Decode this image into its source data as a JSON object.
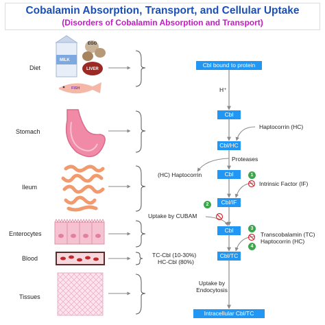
{
  "title": "Cobalamin Absorption, Transport, and Cellular Uptake",
  "subtitle": "(Disorders of Cobalamin Absorption and Transport)",
  "stages": {
    "diet": "Diet",
    "stomach": "Stomach",
    "ileum": "Ileum",
    "enterocytes": "Enterocytes",
    "blood": "Blood",
    "tissues": "Tissues"
  },
  "image_text": {
    "egg": "EGG",
    "milk": "MILK",
    "liver": "LIVER",
    "fish": "FISH"
  },
  "boxes": {
    "cbl_protein": "Cbl bound to protein",
    "cbl1": "Cbl",
    "cbl_hc": "Cbl/HC",
    "cbl2": "Cbl",
    "cbl_if": "Cbl/IF",
    "cbl3": "Cbl",
    "cbl_tc": "Cbl/TC",
    "intracellular": "Intracellular Cbl/TC"
  },
  "notes": {
    "h_plus": "H⁺",
    "haptocorrin_hc": "Haptocorrin (HC)",
    "proteases": "Proteases",
    "hc_haptocorrin": "(HC) Haptocorrin",
    "intrinsic_factor": "Intrinsic Factor (IF)",
    "uptake_cubam": "Uptake by CUBAM",
    "transcobalamin": "Transcobalamin (TC)",
    "haptocorrin2": "Haptocorrin (HC)",
    "tc_cbl": "TC-Cbl (10-30%)",
    "hc_cbl": "HC-Cbl (80%)",
    "uptake_by": "Uptake by",
    "endocytosis": "Endocytosis"
  },
  "badges": [
    "1",
    "2",
    "3",
    "4"
  ],
  "colors": {
    "title": "#1a4fb5",
    "subtitle": "#c21bc2",
    "box": "#2196f3",
    "arrow": "#8a8a8a",
    "badge": "#3aa84a",
    "inhibit": "#d9262c"
  }
}
